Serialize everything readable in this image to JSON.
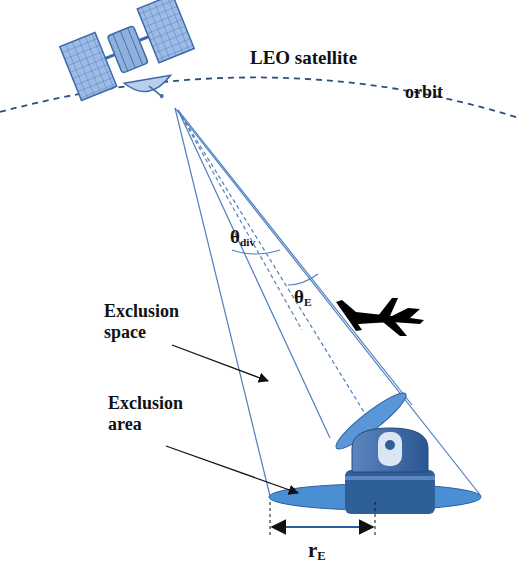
{
  "diagram": {
    "labels": [
      "LEO satellite",
      "orbit",
      "θdiv",
      "θE",
      "Exclusion space",
      "Exclusion area",
      "rE"
    ]
  }
}
